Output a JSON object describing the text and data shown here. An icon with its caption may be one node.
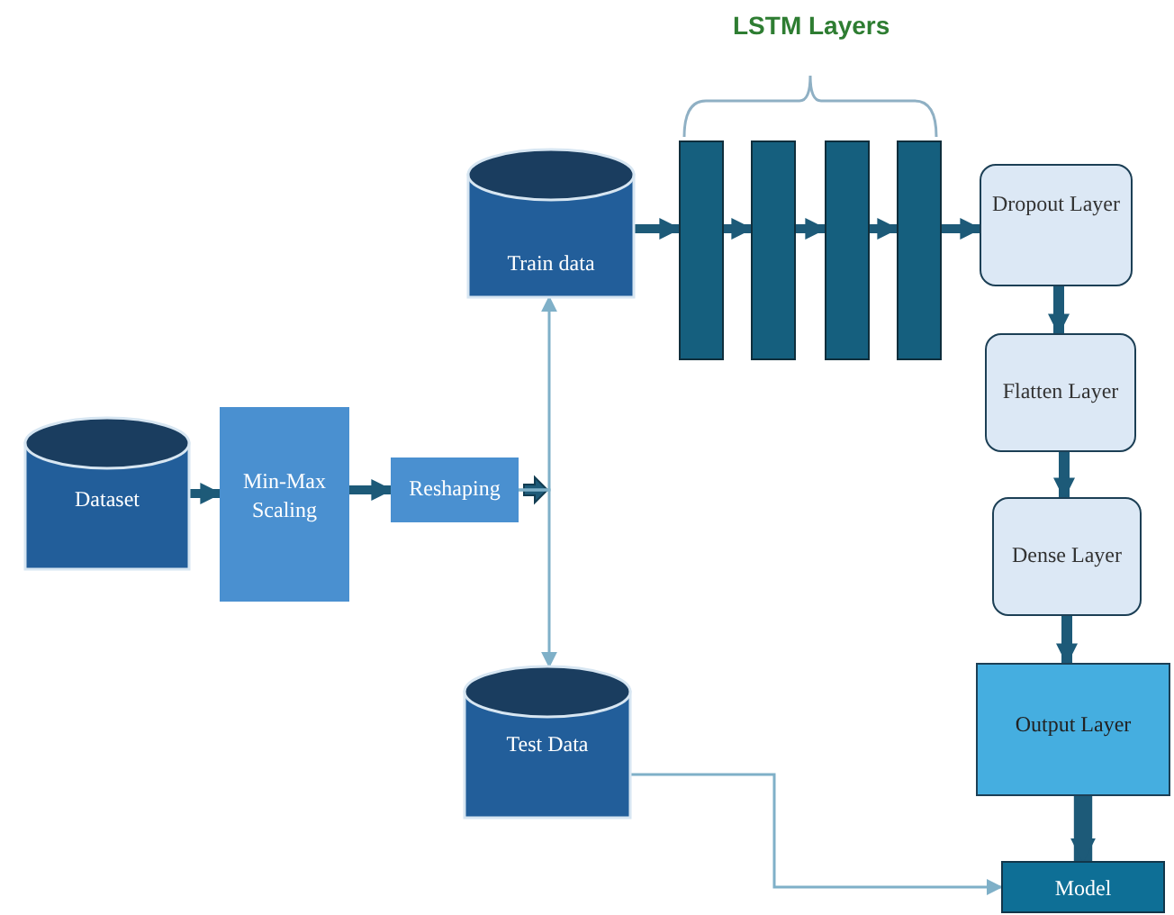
{
  "diagram": {
    "nodes": [
      {
        "text": [
          "Dataset"
        ]
      },
      {
        "text": [
          "Min-Max Scaling"
        ]
      },
      {
        "text": [
          "Reshaping"
        ]
      },
      {
        "text": [
          "Train data"
        ]
      },
      {
        "text": [
          "Test Data"
        ]
      },
      {
        "text": [],
        "shape": "bar"
      },
      {
        "text": [],
        "shape": "bar"
      },
      {
        "text": [],
        "shape": "bar"
      },
      {
        "text": [],
        "shape": "bar"
      },
      {
        "text": [
          "Dropout Layer"
        ]
      },
      {
        "text": [
          "Flatten Layer"
        ]
      },
      {
        "text": [
          "Dense Layer"
        ]
      },
      {
        "text": [
          "Output Layer"
        ]
      },
      {
        "text": [
          "Model"
        ]
      }
    ],
    "edges": [
      {
        "from": 0,
        "to": 1,
        "arrow": "to"
      },
      {
        "from": 1,
        "to": 2,
        "arrow": "to"
      },
      {
        "from": 2,
        "to": 3,
        "arrow": "to",
        "color": "#7fb0c8"
      },
      {
        "from": 2,
        "to": 4,
        "arrow": "to",
        "color": "#7fb0c8"
      },
      {
        "from": 3,
        "to": 5,
        "arrow": "to"
      },
      {
        "from": 5,
        "to": 6,
        "arrow": "to"
      },
      {
        "from": 6,
        "to": 7,
        "arrow": "to"
      },
      {
        "from": 7,
        "to": 8,
        "arrow": "to"
      },
      {
        "from": 8,
        "to": 9,
        "arrow": "to"
      },
      {
        "from": 9,
        "to": 10,
        "arrow": "to"
      },
      {
        "from": 10,
        "to": 11,
        "arrow": "to"
      },
      {
        "from": 11,
        "to": 12,
        "arrow": "to"
      },
      {
        "from": 12,
        "to": 13,
        "arrow": "to",
        "style": "thick"
      },
      {
        "from": 4,
        "to": 13,
        "arrow": "to",
        "color": "#7fb0c8"
      }
    ],
    "labels": [
      "LSTM Layers"
    ]
  }
}
